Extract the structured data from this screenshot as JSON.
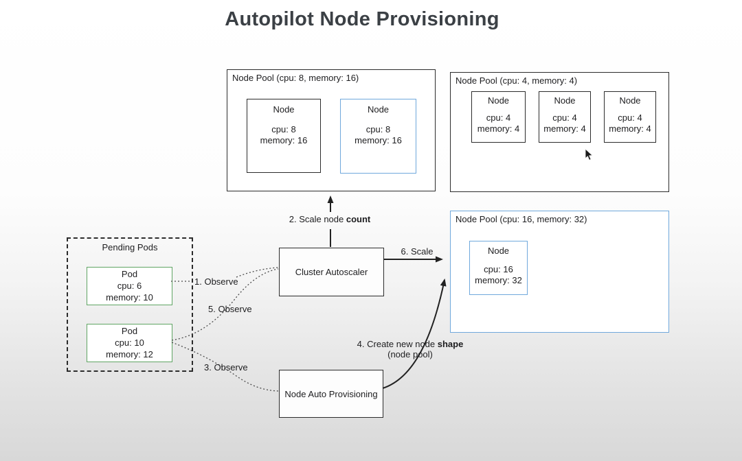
{
  "title": "Autopilot Node Provisioning",
  "pools": [
    {
      "label": "Node Pool (cpu: 8, memory: 16)",
      "nodes": [
        {
          "title": "Node",
          "cpu": "cpu: 8",
          "memory": "memory: 16"
        },
        {
          "title": "Node",
          "cpu": "cpu: 8",
          "memory": "memory: 16"
        }
      ]
    },
    {
      "label": "Node Pool (cpu: 4, memory: 4)",
      "nodes": [
        {
          "title": "Node",
          "cpu": "cpu: 4",
          "memory": "memory: 4"
        },
        {
          "title": "Node",
          "cpu": "cpu: 4",
          "memory": "memory: 4"
        },
        {
          "title": "Node",
          "cpu": "cpu: 4",
          "memory": "memory: 4"
        }
      ]
    },
    {
      "label": "Node Pool (cpu: 16, memory: 32)",
      "nodes": [
        {
          "title": "Node",
          "cpu": "cpu: 16",
          "memory": "memory: 32"
        }
      ]
    }
  ],
  "pending_pods": {
    "label": "Pending Pods",
    "pods": [
      {
        "title": "Pod",
        "cpu": "cpu: 6",
        "memory": "memory: 10"
      },
      {
        "title": "Pod",
        "cpu": "cpu: 10",
        "memory": "memory: 12"
      }
    ]
  },
  "components": {
    "cluster_autoscaler": "Cluster Autoscaler",
    "node_auto_provisioning": "Node Auto Provisioning"
  },
  "edge_labels": {
    "observe_1": "1. Observe",
    "scale_node_count_prefix": "2. Scale node ",
    "scale_node_count_bold": "count",
    "observe_3": "3. Observe",
    "create_node_shape_prefix": "4. Create new node ",
    "create_node_shape_bold": "shape",
    "create_node_shape_sub": "(node pool)",
    "observe_5": "5. Observe",
    "scale_6": "6. Scale"
  },
  "colors": {
    "accent_blue": "#6fa8dc",
    "accent_green": "#5fa463",
    "line_dark": "#2b2b2b"
  }
}
